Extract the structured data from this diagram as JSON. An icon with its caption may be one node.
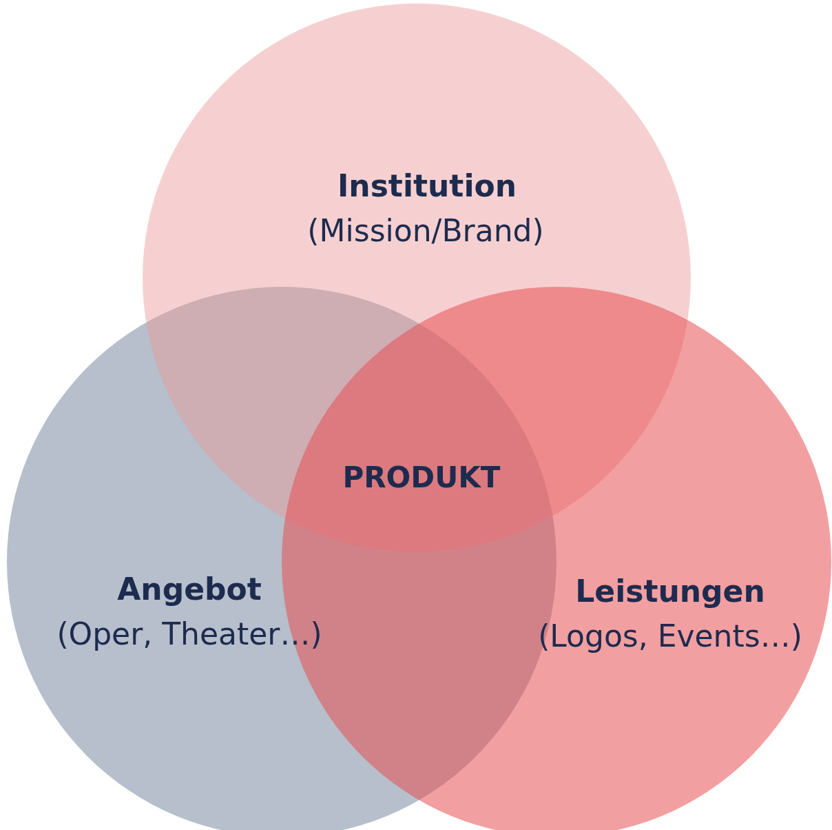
{
  "diagram": {
    "nodes": [
      {
        "text": [
          "Institution",
          "(Mission/Brand)"
        ]
      },
      {
        "text": [
          "Angebot",
          "(Oper, Theater…)"
        ]
      },
      {
        "text": [
          "Leistungen",
          "(Logos, Events…)"
        ]
      }
    ],
    "labels": [
      "PRODUKT"
    ]
  }
}
